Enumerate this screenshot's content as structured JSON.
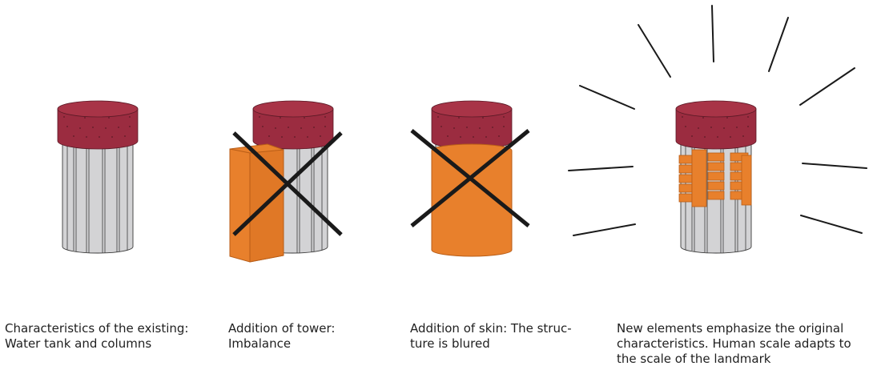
{
  "colors": {
    "cap_fill": "#9b2c40",
    "cap_stroke": "#5a1a26",
    "column_fill": "#d3d3d5",
    "column_stroke": "#3a3a3a",
    "orange": "#e8802c",
    "orange_stroke": "#b85d17",
    "cross": "#1a1a1a",
    "text": "#1f1f1f"
  },
  "panels": [
    {
      "id": "existing",
      "caption": "Characteristics of the existing:\nWater tank and columns",
      "elements": [
        "water-tank",
        "columns"
      ]
    },
    {
      "id": "tower",
      "caption": "Addition of tower:\nImbalance",
      "elements": [
        "water-tank",
        "columns",
        "tower-box",
        "cross-mark"
      ]
    },
    {
      "id": "skin",
      "caption": "Addition of skin: The struc-\nture is blured",
      "elements": [
        "water-tank",
        "columns",
        "skin-cylinder",
        "cross-mark"
      ]
    },
    {
      "id": "new-elements",
      "caption": "New elements emphasize the original\ncharacteristics. Human scale adapts to\nthe scale of the landmark",
      "elements": [
        "water-tank",
        "columns",
        "modules",
        "radiating-lines"
      ]
    }
  ]
}
